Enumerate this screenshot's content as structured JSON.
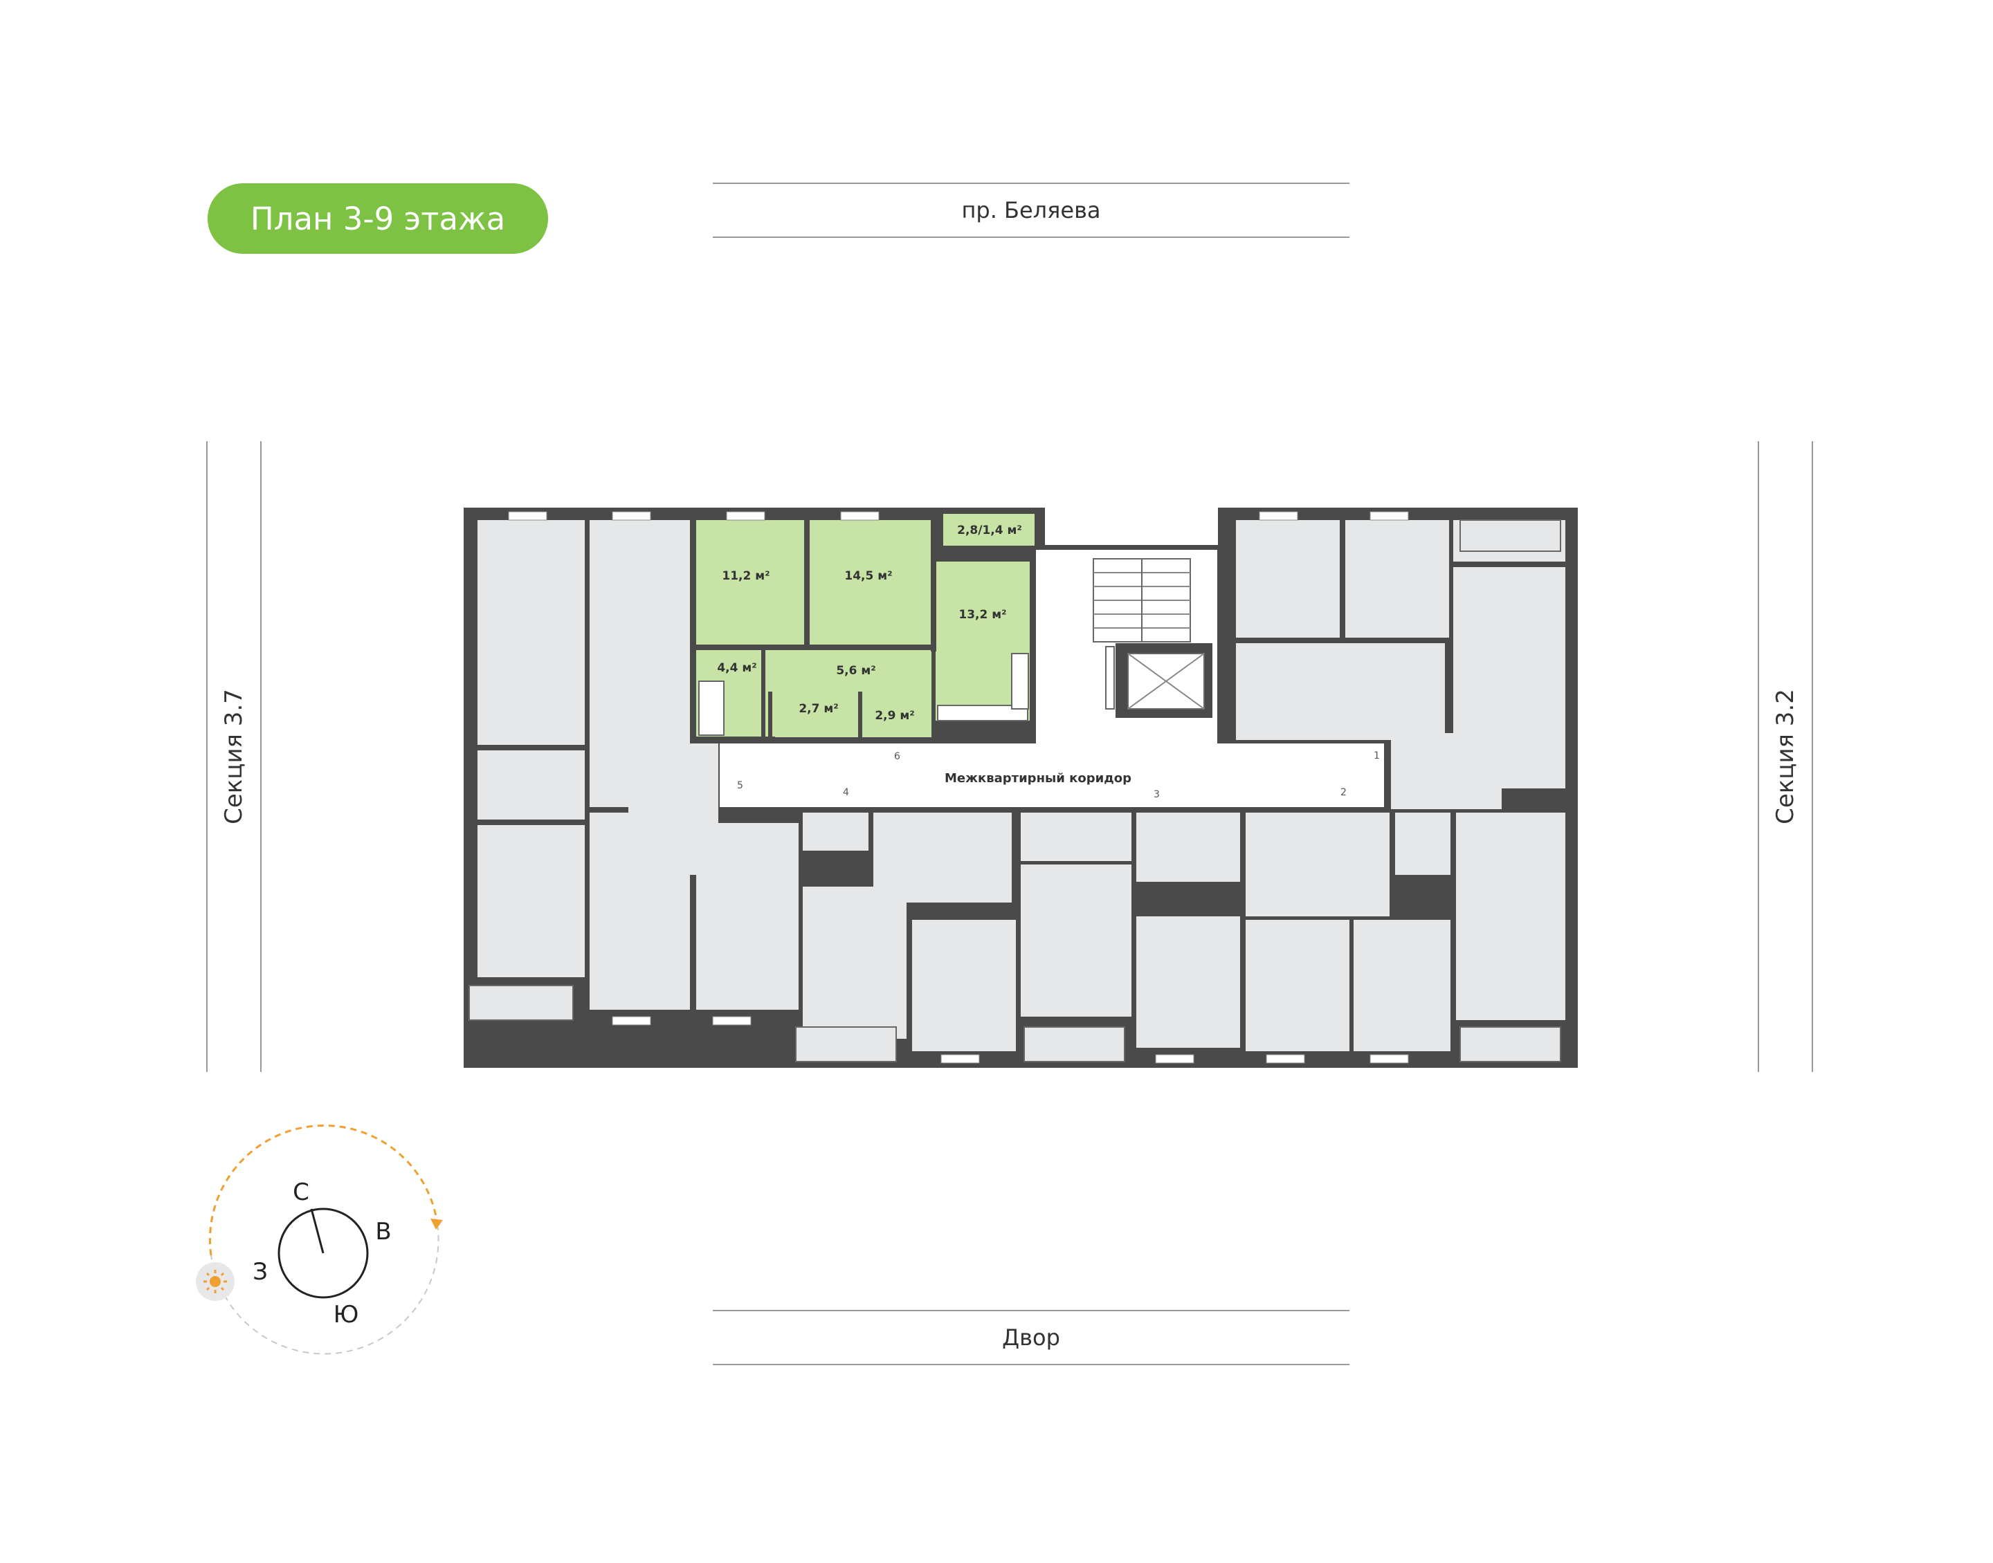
{
  "floor_badge": {
    "label": "План 3-9 этажа",
    "color": "#7dc242"
  },
  "streets": {
    "top": "пр. Беляева",
    "bottom": "Двор"
  },
  "sections": {
    "left": "Секция 3.7",
    "right": "Секция 3.2"
  },
  "corridor": {
    "label": "Межквартирный коридор"
  },
  "selected_apartment": {
    "highlight_color": "#c7e3a6",
    "rooms": {
      "room_a": "11,2 м²",
      "room_b": "14,5 м²",
      "kitchen": "13,2 м²",
      "balcony": "2,8/1,4 м²",
      "hall": "5,6 м²",
      "bathroom": "4,4 м²",
      "wc": "2,7 м²",
      "storage": "2,9 м²"
    }
  },
  "door_numbers": [
    "1",
    "2",
    "3",
    "4",
    "5",
    "6"
  ],
  "compass": {
    "north": "С",
    "east": "В",
    "south": "Ю",
    "west": "З",
    "sun_icon": "sun-icon",
    "arc_color": "#f0a030"
  },
  "colors": {
    "wall": "#4a4a4a",
    "room_fill": "#e6e7e8",
    "corridor_fill": "#ffffff"
  }
}
